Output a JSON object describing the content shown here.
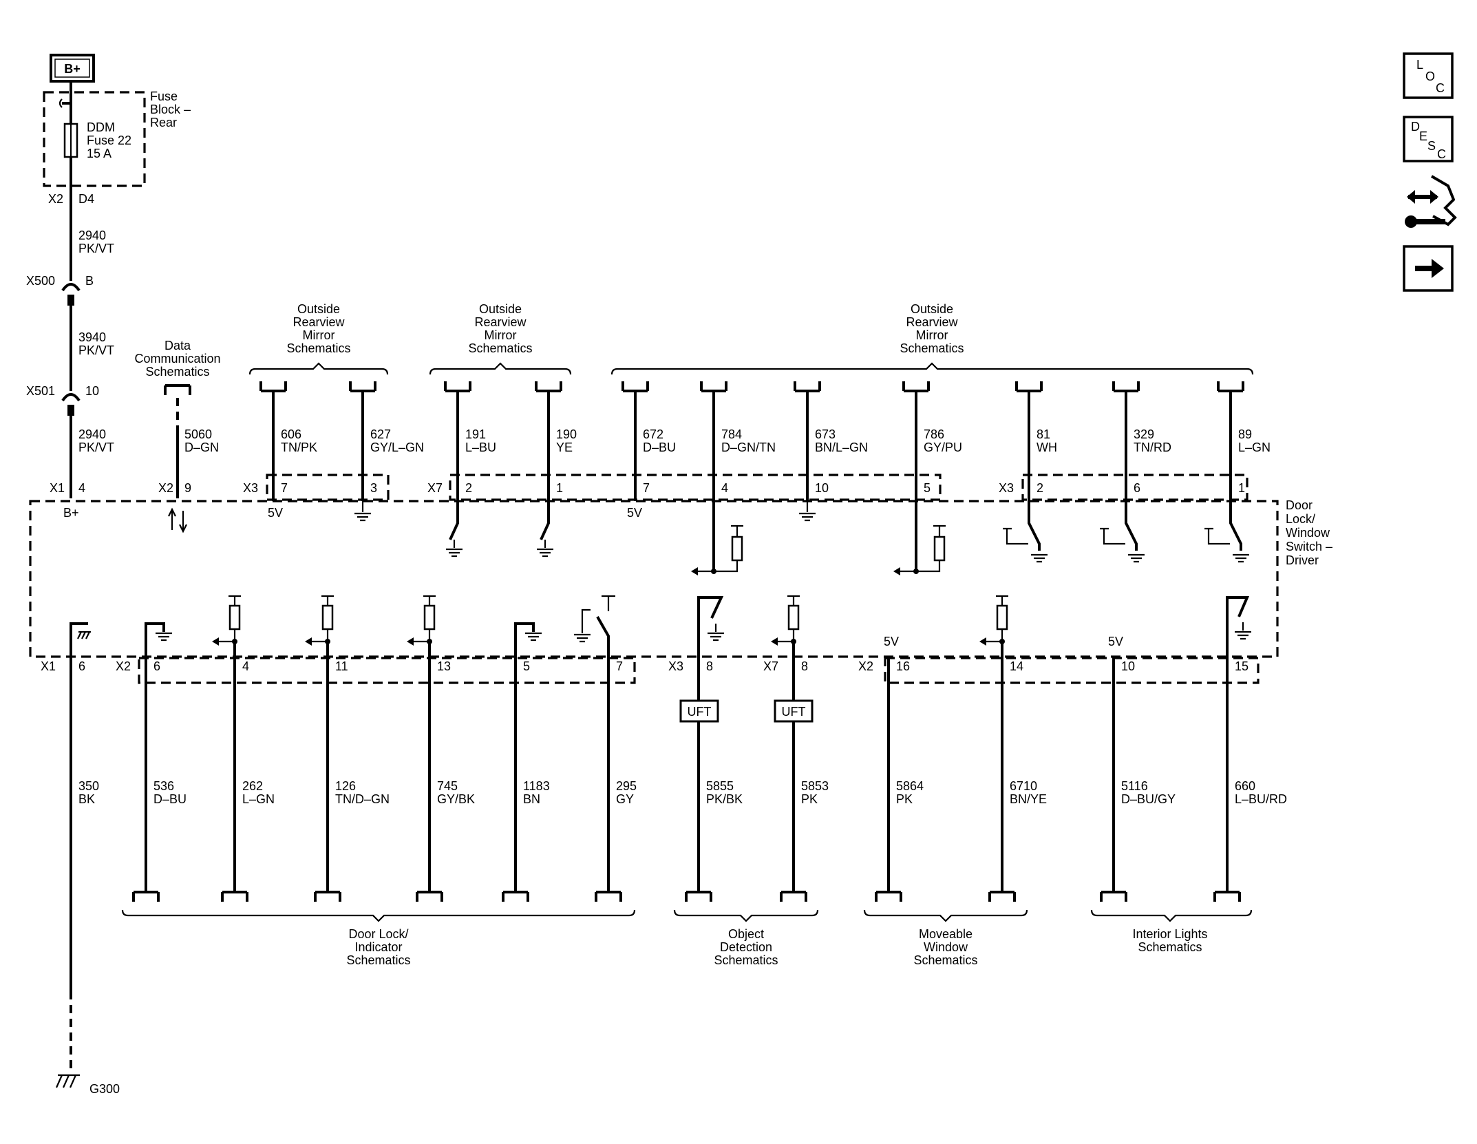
{
  "power": {
    "label": "B+"
  },
  "fuse_block": {
    "title": [
      "Fuse",
      "Block –",
      "Rear"
    ],
    "fuse": [
      "DDM",
      "Fuse 22",
      "15 A"
    ]
  },
  "top_feed": {
    "fuse_pin": {
      "conn": "X2",
      "pin": "D4"
    },
    "segments": [
      {
        "circuit": "2940",
        "color": "PK/VT"
      },
      {
        "circuit": "3940",
        "color": "PK/VT"
      },
      {
        "circuit": "2940",
        "color": "PK/VT"
      }
    ],
    "inline": [
      {
        "conn": "X500",
        "pin": "B"
      },
      {
        "conn": "X501",
        "pin": "10"
      }
    ],
    "module_pin": {
      "conn": "X1",
      "pin": "4",
      "label": "B+"
    }
  },
  "module": {
    "name": [
      "Door",
      "Lock/",
      "Window",
      "Switch –",
      "Driver"
    ]
  },
  "top_wires": [
    {
      "conn": "X2",
      "pin": "9",
      "circuit": "5060",
      "color": "D–GN"
    },
    {
      "conn": "X3",
      "pin": "7",
      "circuit": "606",
      "color": "TN/PK",
      "tag": "5V"
    },
    {
      "pin": "3",
      "circuit": "627",
      "color": "GY/L–GN"
    },
    {
      "conn": "X7",
      "pin": "2",
      "circuit": "191",
      "color": "L–BU"
    },
    {
      "pin": "1",
      "circuit": "190",
      "color": "YE"
    },
    {
      "pin": "7",
      "circuit": "672",
      "color": "D–BU",
      "tag": "5V"
    },
    {
      "pin": "4",
      "circuit": "784",
      "color": "D–GN/TN"
    },
    {
      "pin": "10",
      "circuit": "673",
      "color": "BN/L–GN"
    },
    {
      "pin": "5",
      "circuit": "786",
      "color": "GY/PU"
    },
    {
      "conn": "X3",
      "pin": "2",
      "circuit": "81",
      "color": "WH"
    },
    {
      "pin": "6",
      "circuit": "329",
      "color": "TN/RD"
    },
    {
      "pin": "1",
      "circuit": "89",
      "color": "L–GN"
    }
  ],
  "top_refs": [
    [
      "Data",
      "Communication",
      "Schematics"
    ],
    [
      "Outside",
      "Rearview",
      "Mirror",
      "Schematics"
    ],
    [
      "Outside",
      "Rearview",
      "Mirror",
      "Schematics"
    ],
    [
      "Outside",
      "Rearview",
      "Mirror",
      "Schematics"
    ]
  ],
  "bottom_wires": [
    {
      "conn": "X1",
      "pin": "6",
      "circuit": "350",
      "color": "BK"
    },
    {
      "conn": "X2",
      "pin": "6",
      "circuit": "536",
      "color": "D–BU"
    },
    {
      "pin": "4",
      "circuit": "262",
      "color": "L–GN"
    },
    {
      "pin": "11",
      "circuit": "126",
      "color": "TN/D–GN"
    },
    {
      "pin": "13",
      "circuit": "745",
      "color": "GY/BK"
    },
    {
      "pin": "5",
      "circuit": "1183",
      "color": "BN"
    },
    {
      "pin": "7",
      "circuit": "295",
      "color": "GY"
    },
    {
      "conn": "X3",
      "pin": "8",
      "circuit": "5855",
      "color": "PK/BK",
      "device": "UFT"
    },
    {
      "conn": "X7",
      "pin": "8",
      "circuit": "5853",
      "color": "PK",
      "device": "UFT"
    },
    {
      "conn": "X2",
      "pin": "16",
      "circuit": "5864",
      "color": "PK",
      "tag": "5V"
    },
    {
      "pin": "14",
      "circuit": "6710",
      "color": "BN/YE"
    },
    {
      "pin": "10",
      "circuit": "5116",
      "color": "D–BU/GY",
      "tag": "5V"
    },
    {
      "pin": "15",
      "circuit": "660",
      "color": "L–BU/RD"
    }
  ],
  "bottom_refs": [
    [
      "Door Lock/",
      "Indicator",
      "Schematics"
    ],
    [
      "Object",
      "Detection",
      "Schematics"
    ],
    [
      "Moveable",
      "Window",
      "Schematics"
    ],
    [
      "Interior Lights",
      "Schematics"
    ]
  ],
  "ground": {
    "label": "G300"
  },
  "nav": {
    "loc": [
      "L",
      "O",
      "C"
    ],
    "desc": [
      "D",
      "E",
      "S",
      "C"
    ]
  }
}
